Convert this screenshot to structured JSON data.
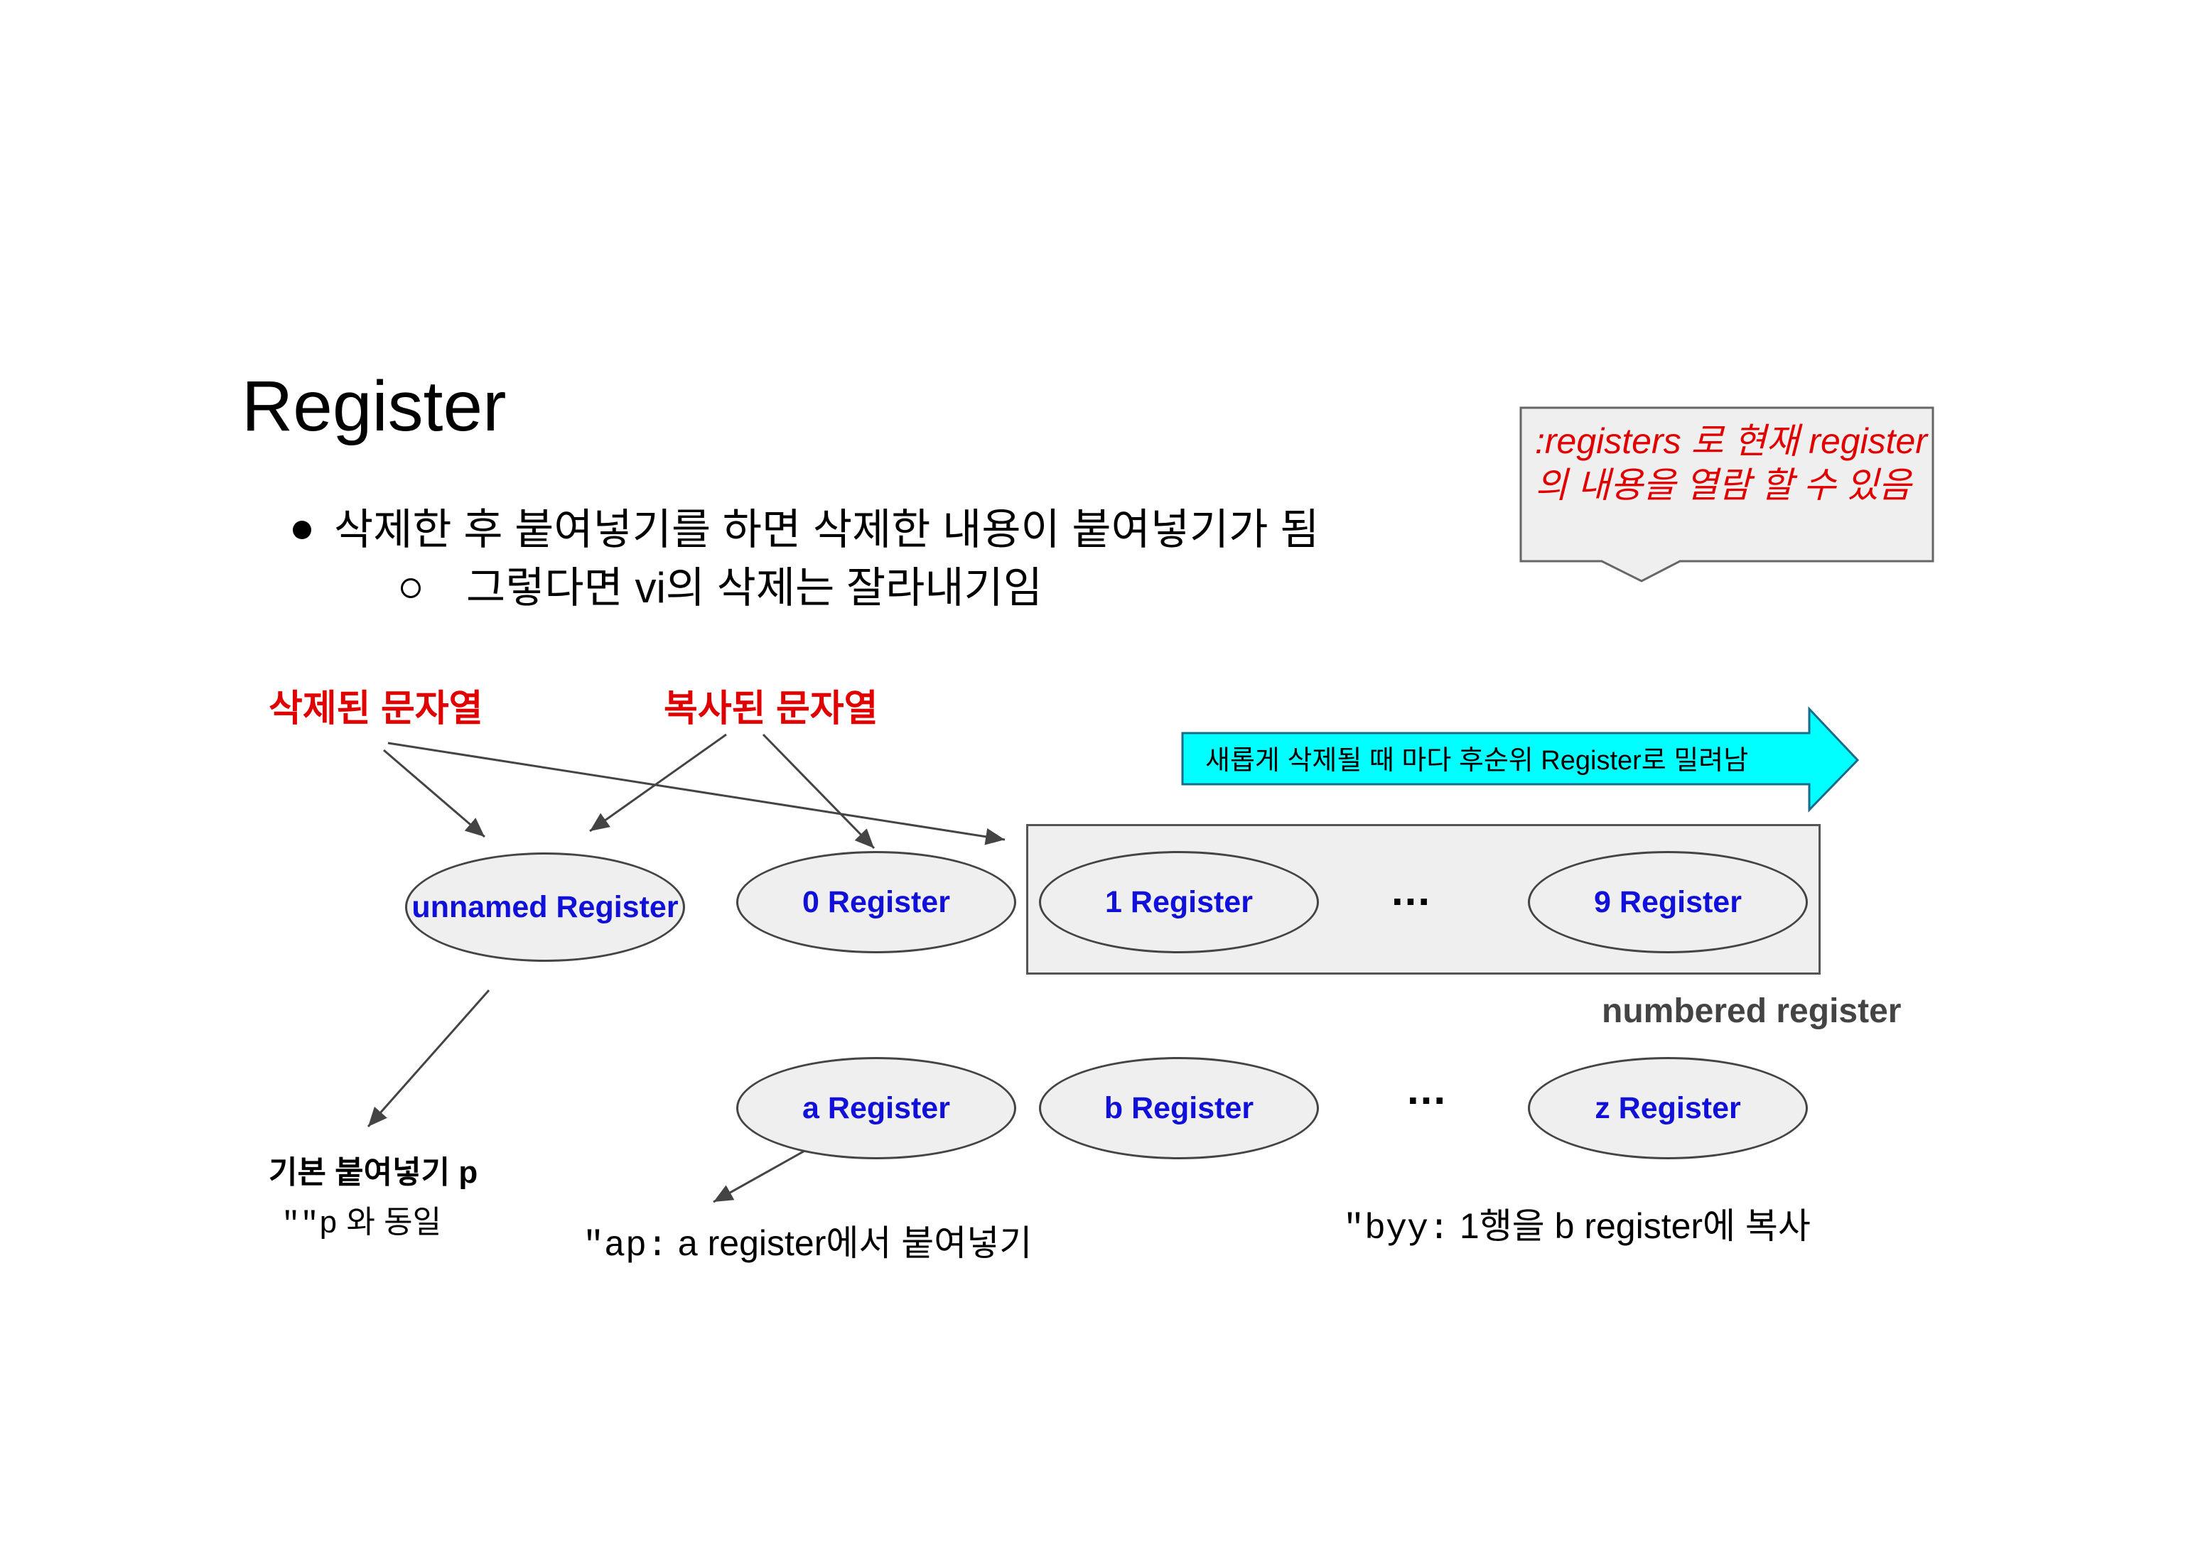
{
  "slide": {
    "title": "Register",
    "bullet": "삭제한 후 붙여넣기를 하면 삭제한 내용이 붙여넣기가 됨",
    "sub_bullet": "그렇다면 vi의 삭제는 잘라내기임"
  },
  "callout": {
    "text": ":registers 로 현재 register의 내용을 열람 할 수 있음"
  },
  "labels": {
    "deleted": "삭제된 문자열",
    "copied": "복사된 문자열"
  },
  "shift_arrow": {
    "text": "새롭게 삭제될 때 마다 후순위 Register로 밀려남"
  },
  "registers": {
    "unnamed": "unnamed Register",
    "r0": "0 Register",
    "r1": "1 Register",
    "r9": "9 Register",
    "ra": "a Register",
    "rb": "b Register",
    "rz": "z Register",
    "ellipsis_numbered": "...",
    "ellipsis_named": "..."
  },
  "numbered_label": "numbered register",
  "notes": {
    "basic_paste": "기본 붙여넣기 p",
    "quote_p_cmd": "\"\"p",
    "quote_p_text": " 와 동일",
    "ap_cmd": "\"ap:",
    "ap_text": " a register에서 붙여넣기",
    "byy_cmd": "\"byy:",
    "byy_text": " 1행을 b register에 복사"
  },
  "colors": {
    "red": "#e00000",
    "register_blue": "#1010d8",
    "arrow_cyan": "#00ffff",
    "box_gray": "#efefef"
  }
}
